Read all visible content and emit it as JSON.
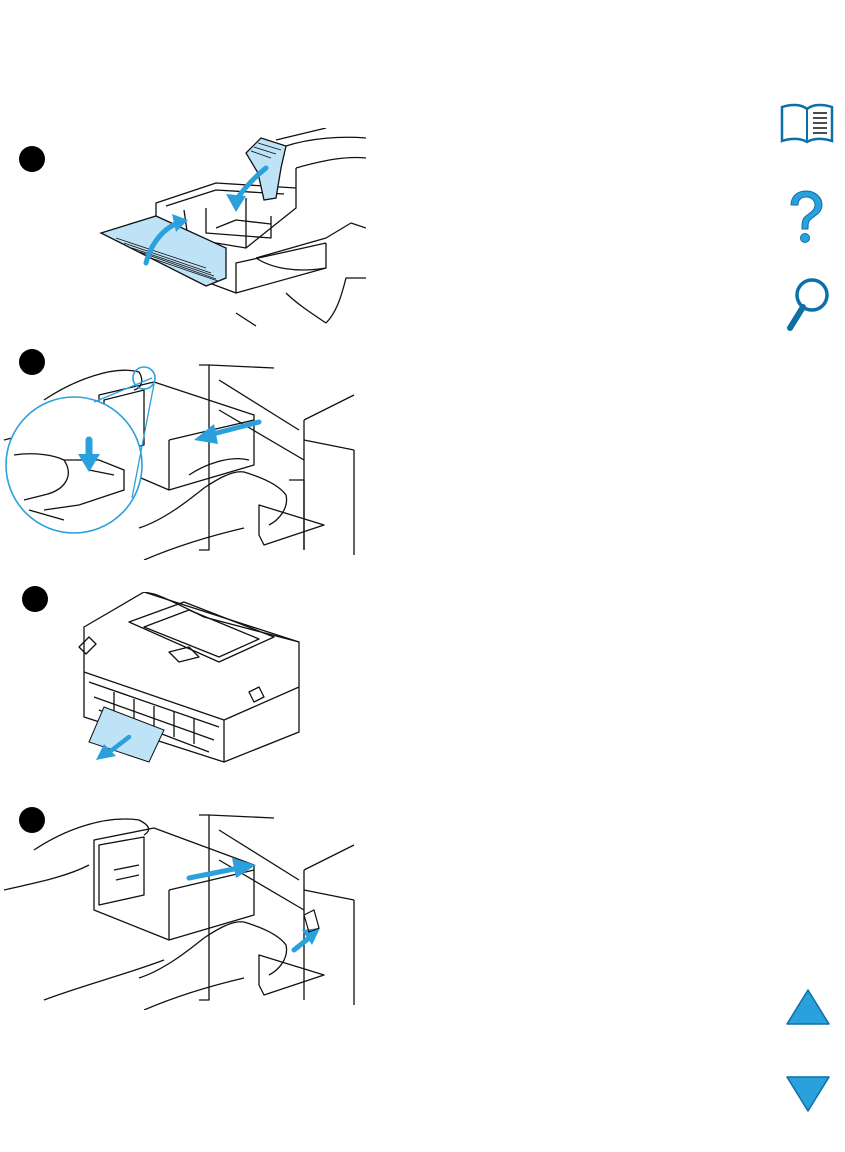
{
  "steps": [
    {
      "number": "",
      "illustration": "printer-tray-unfold"
    },
    {
      "number": "",
      "illustration": "duplex-unit-removal"
    },
    {
      "number": "",
      "illustration": "duplex-unit-paper-jam"
    },
    {
      "number": "",
      "illustration": "duplex-unit-reinsert"
    }
  ],
  "nav": {
    "icons": [
      "book-icon",
      "help-icon",
      "search-icon",
      "page-up-icon",
      "page-down-icon"
    ]
  },
  "colors": {
    "accent": "#2aa0dc",
    "accent_fill": "#bfe3f6",
    "accent_dark": "#0d6fa7",
    "line": "#111111",
    "badge": "#000000"
  }
}
